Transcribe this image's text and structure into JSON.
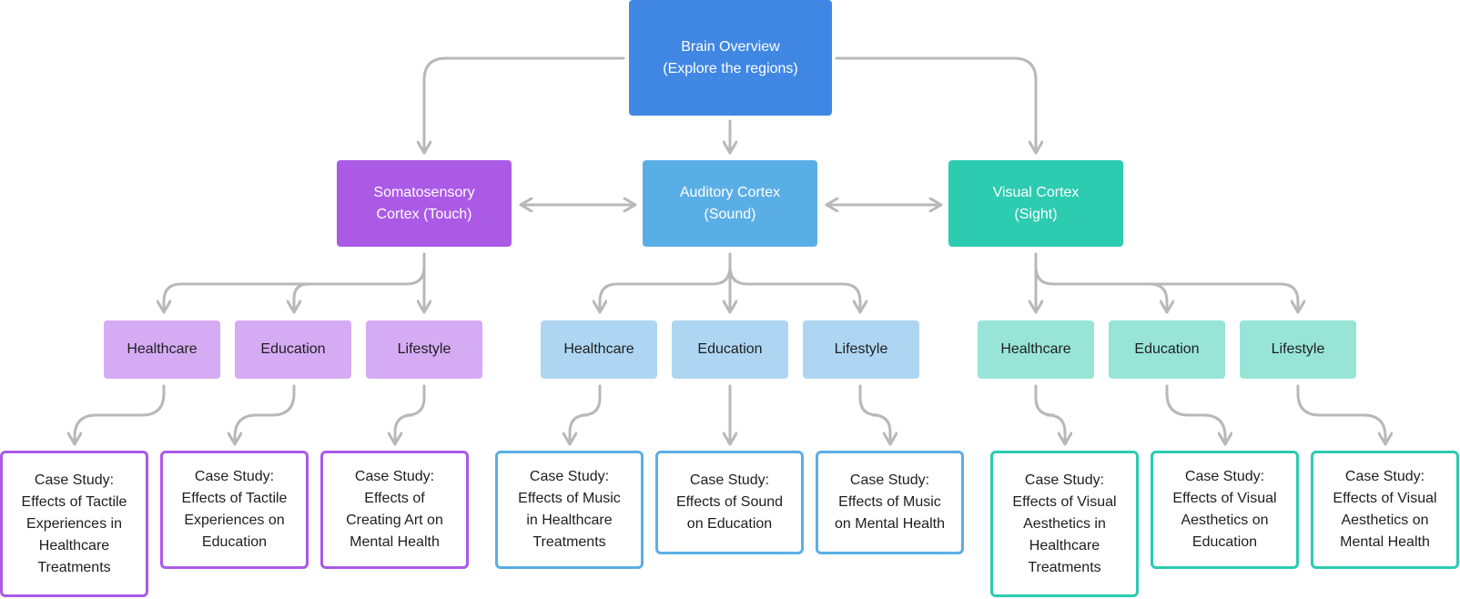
{
  "root": {
    "label": "Brain Overview\n(Explore the regions)"
  },
  "regions": {
    "touch": {
      "label": "Somatosensory\nCortex (Touch)"
    },
    "sound": {
      "label": "Auditory Cortex\n(Sound)"
    },
    "sight": {
      "label": "Visual Cortex\n(Sight)"
    }
  },
  "domains": {
    "touch": [
      "Healthcare",
      "Education",
      "Lifestyle"
    ],
    "sound": [
      "Healthcare",
      "Education",
      "Lifestyle"
    ],
    "sight": [
      "Healthcare",
      "Education",
      "Lifestyle"
    ]
  },
  "cases": {
    "touch": [
      "Case Study:\nEffects of Tactile\nExperiences in\nHealthcare\nTreatments",
      "Case Study:\nEffects of Tactile\nExperiences on\nEducation",
      "Case Study:\nEffects of\nCreating Art on\nMental Health"
    ],
    "sound": [
      "Case Study:\nEffects of Music\nin Healthcare\nTreatments",
      "Case Study:\nEffects of Sound\non Education",
      "Case Study:\nEffects of Music\non Mental Health"
    ],
    "sight": [
      "Case Study:\nEffects of Visual\nAesthetics in\nHealthcare\nTreatments",
      "Case Study:\nEffects of Visual\nAesthetics on\nEducation",
      "Case Study:\nEffects of Visual\nAesthetics on\nMental Health"
    ]
  },
  "colors": {
    "root": "#4087E4",
    "touch": "#AB5AE6",
    "sound": "#5AAEE6",
    "sight": "#2DCBB0",
    "touch_light": "#D5ABF3",
    "sound_light": "#AED6F3",
    "sight_light": "#98E5D8",
    "connector": "#B8B8B8"
  }
}
